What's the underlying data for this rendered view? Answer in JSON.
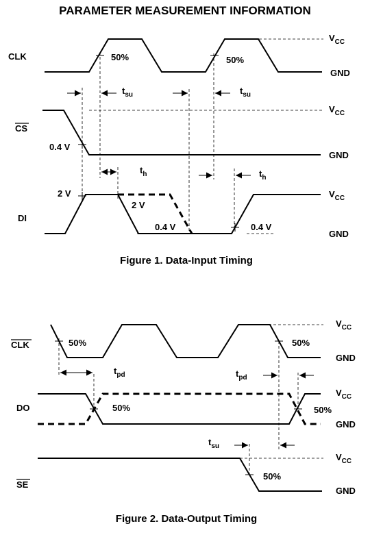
{
  "page_title": "PARAMETER MEASUREMENT INFORMATION",
  "figure1": {
    "caption": "Figure 1. Data-Input Timing",
    "signals": {
      "clk": "CLK",
      "cs": "CS",
      "di": "DI"
    },
    "rails": {
      "vcc": "V",
      "vcc_sub": "CC",
      "gnd": "GND"
    },
    "labels": {
      "clk_50_a": "50%",
      "clk_50_b": "50%",
      "cs_04v": "0.4 V",
      "di_2v_a": "2 V",
      "di_2v_b": "2 V",
      "di_04v_a": "0.4 V",
      "di_04v_b": "0.4 V"
    },
    "timing": {
      "t": "t",
      "su": "su",
      "h": "h"
    }
  },
  "figure2": {
    "caption": "Figure 2. Data-Output Timing",
    "signals": {
      "clk": "CLK",
      "do": "DO",
      "se": "SE"
    },
    "rails": {
      "vcc": "V",
      "vcc_sub": "CC",
      "gnd": "GND"
    },
    "labels": {
      "clk_50_a": "50%",
      "clk_50_b": "50%",
      "do_50_a": "50%",
      "do_50_b": "50%",
      "se_50": "50%"
    },
    "timing": {
      "t": "t",
      "pd": "pd",
      "su": "su"
    }
  }
}
